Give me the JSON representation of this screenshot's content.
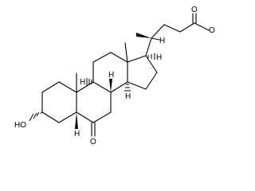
{
  "labels": {
    "hydroxyl": "HO",
    "ketone_oxygen": "O",
    "ester_carbonyl_oxygen": "O",
    "ester_ether_oxygen": "O",
    "hydrogen": "H"
  }
}
